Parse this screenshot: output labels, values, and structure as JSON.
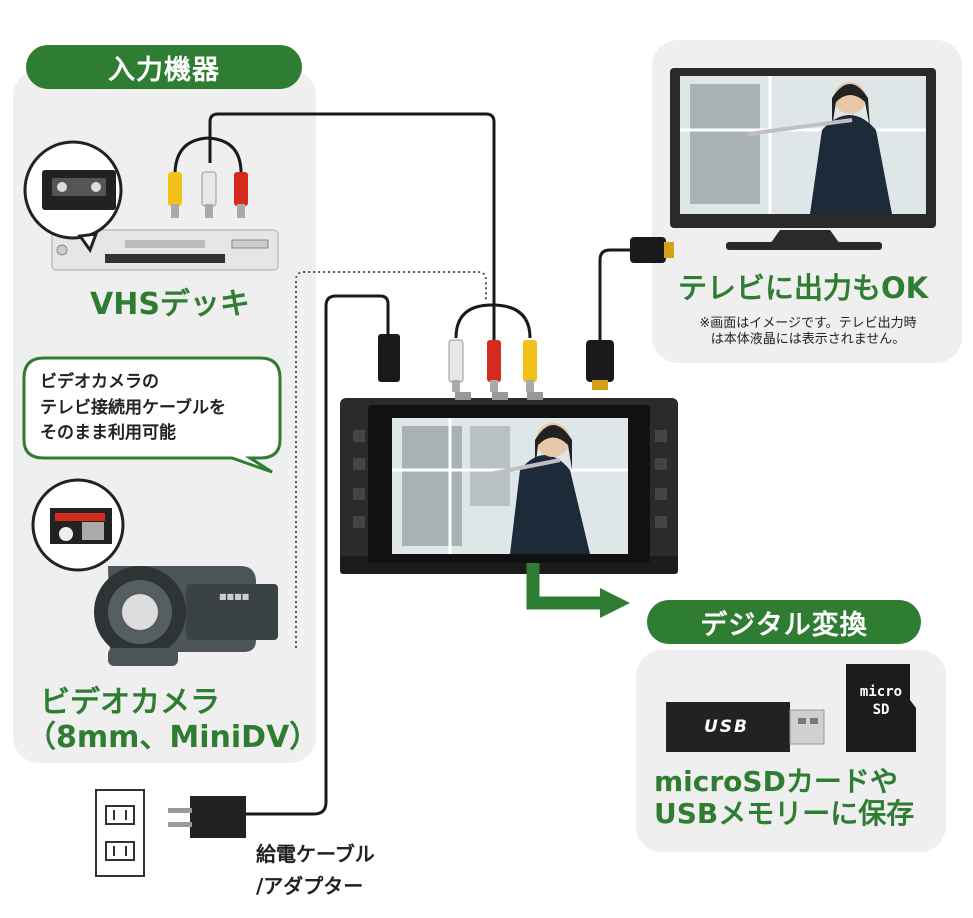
{
  "input_section": {
    "title": "入力機器",
    "vhs_label": "VHSデッキ",
    "camera_label_line1": "ビデオカメラ",
    "camera_label_line2": "（8mm、MiniDV）"
  },
  "speech_bubble": {
    "line1": "ビデオカメラの",
    "line2": "テレビ接続用ケーブルを",
    "line3": "そのまま利用可能"
  },
  "tv_section": {
    "label": "テレビに出力もOK",
    "note_line1": "※画面はイメージです。テレビ出力時",
    "note_line2": "は本体液晶には表示されません。"
  },
  "digital_section": {
    "title": "デジタル変換",
    "usb_text": "USB",
    "sd_text_line1": "micro",
    "sd_text_line2": "SD",
    "label_line1": "microSDカードや",
    "label_line2": "USBメモリーに保存"
  },
  "power": {
    "label_line1": "給電ケーブル",
    "label_line2": "/アダプター"
  },
  "colors": {
    "accent_green": "#2e7d32",
    "panel_gray": "#efefef",
    "device_black": "#2b2b2b"
  }
}
